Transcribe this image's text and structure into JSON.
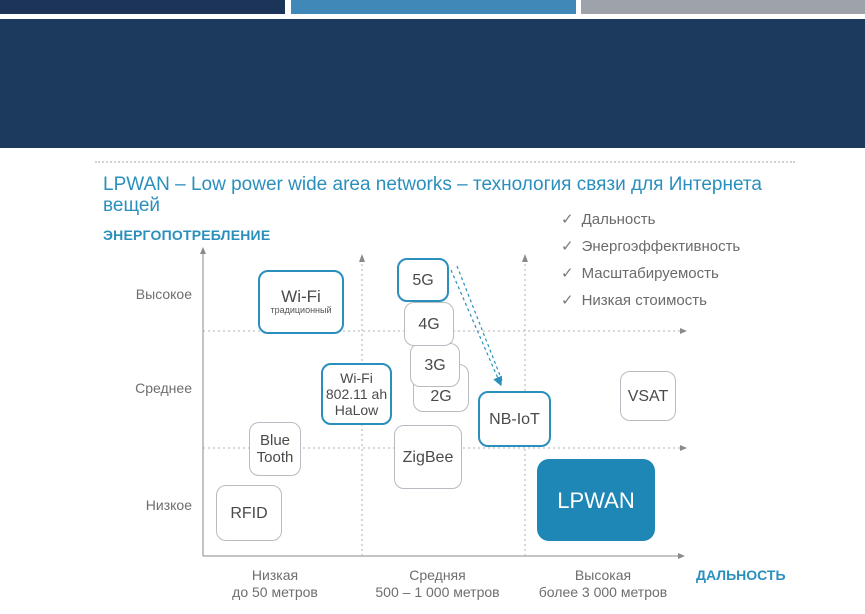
{
  "slide": {
    "title": "LPWAN – Low power wide area networks – технология связи для Интернета вещей",
    "y_axis_label": "ЭНЕРГОПОТРЕБЛЕНИЕ",
    "x_axis_label": "ДАЛЬНОСТЬ",
    "benefits": [
      "Дальность",
      "Энергоэффективность",
      "Масштабируемость",
      "Низкая стоимость"
    ],
    "y_levels": [
      "Высокое",
      "Среднее",
      "Низкое"
    ],
    "x_levels": [
      {
        "name": "Низкая",
        "range": "до 50 метров"
      },
      {
        "name": "Средняя",
        "range": "500 – 1 000 метров"
      },
      {
        "name": "Высокая",
        "range": "более 3 000 метров"
      }
    ]
  },
  "nodes": {
    "wifi": {
      "label": "Wi-Fi",
      "sub": "традиционный"
    },
    "g5": "5G",
    "g4": "4G",
    "g3": "3G",
    "g2": "2G",
    "halow": [
      "Wi-Fi",
      "802.11 ah",
      "HaLow"
    ],
    "bluetooth": [
      "Blue",
      "Tooth"
    ],
    "zigbee": "ZigBee",
    "nbiot": "NB-IoT",
    "vsat": "VSAT",
    "rfid": "RFID",
    "lpwan": "LPWAN"
  },
  "colors": {
    "accent": "#2a8fbd",
    "header": "#1c3a5e",
    "lpwan_fill": "#1f87b5"
  }
}
